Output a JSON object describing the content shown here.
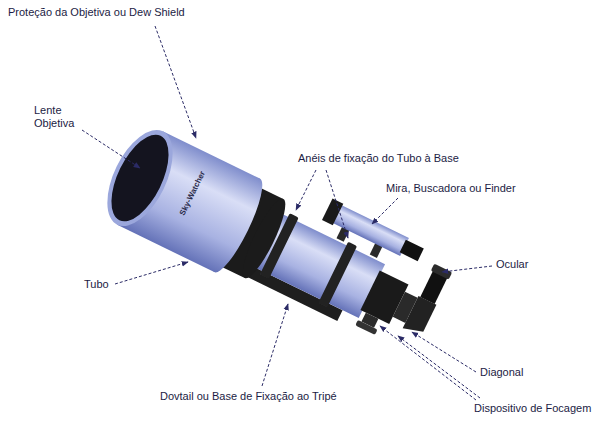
{
  "diagram": {
    "labels": [
      "Proteção da Objetiva ou Dew Shield",
      "Lente Objetiva",
      "Anéis de fixação do Tubo à Base",
      "Mira, Buscadora ou Finder",
      "Ocular",
      "Tubo",
      "Diagonal",
      "Dovtail ou Base de Fixação ao Tripé",
      "Dispositivo de Focagem",
      "Sky-Watcher"
    ]
  }
}
